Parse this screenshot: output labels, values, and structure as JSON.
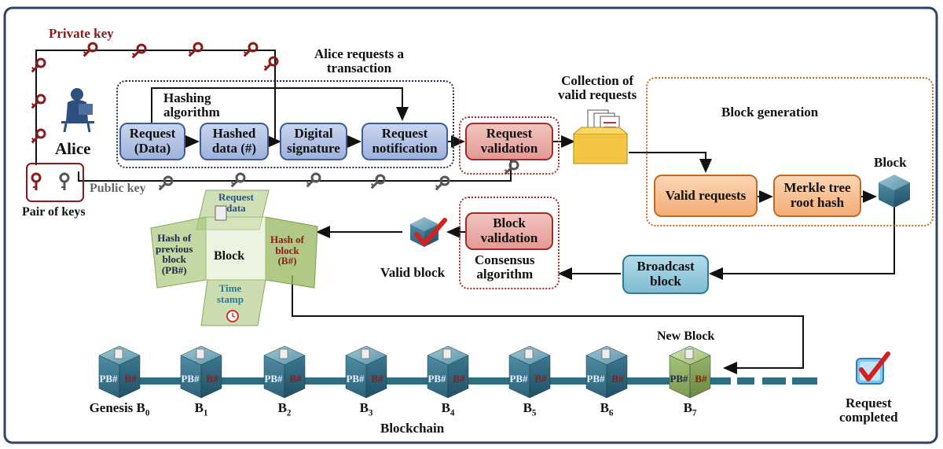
{
  "keys": {
    "private_key": "Private key",
    "public_key": "Public key",
    "pair_of_keys": "Pair of keys",
    "alice": "Alice"
  },
  "transaction": {
    "title": "Alice requests a\ntransaction",
    "hashing_algorithm": "Hashing\nalgorithm",
    "request_data": "Request\n(Data)",
    "hashed_data": "Hashed\ndata (#)",
    "digital_signature": "Digital\nsignature",
    "request_notification": "Request\nnotification"
  },
  "validation": {
    "request_validation": "Request\nvalidation",
    "collection_label": "Collection of\nvalid requests"
  },
  "block_generation": {
    "title": "Block generation",
    "valid_requests": "Valid requests",
    "merkle": "Merkle tree\nroot hash",
    "block_label": "Block"
  },
  "broadcast": {
    "label": "Broadcast\nblock"
  },
  "consensus": {
    "block_validation": "Block\nvalidation",
    "consensus_algorithm": "Consensus\nalgorithm",
    "valid_block": "Valid block"
  },
  "block_structure": {
    "request_data": "Request\ndata",
    "hash_prev": "Hash of\nprevious\nblock\n(PB#)",
    "block": "Block",
    "hash_block": "Hash of\nblock\n(B#)",
    "time_stamp": "Time\nstamp"
  },
  "chain": {
    "title": "Blockchain",
    "new_block": "New Block",
    "pb": "PB#",
    "b": "B#",
    "blocks": [
      {
        "label": "Genesis B",
        "sub": "0"
      },
      {
        "label": "B",
        "sub": "1"
      },
      {
        "label": "B",
        "sub": "2"
      },
      {
        "label": "B",
        "sub": "3"
      },
      {
        "label": "B",
        "sub": "4"
      },
      {
        "label": "B",
        "sub": "5"
      },
      {
        "label": "B",
        "sub": "6"
      },
      {
        "label": "B",
        "sub": "7"
      }
    ],
    "request_completed": "Request\ncompleted"
  },
  "colors": {
    "private_key": "#8b1a1a",
    "public_key": "#555555",
    "chain_teal": "#2f6f7f",
    "new_block_green": "#8aa85a"
  }
}
